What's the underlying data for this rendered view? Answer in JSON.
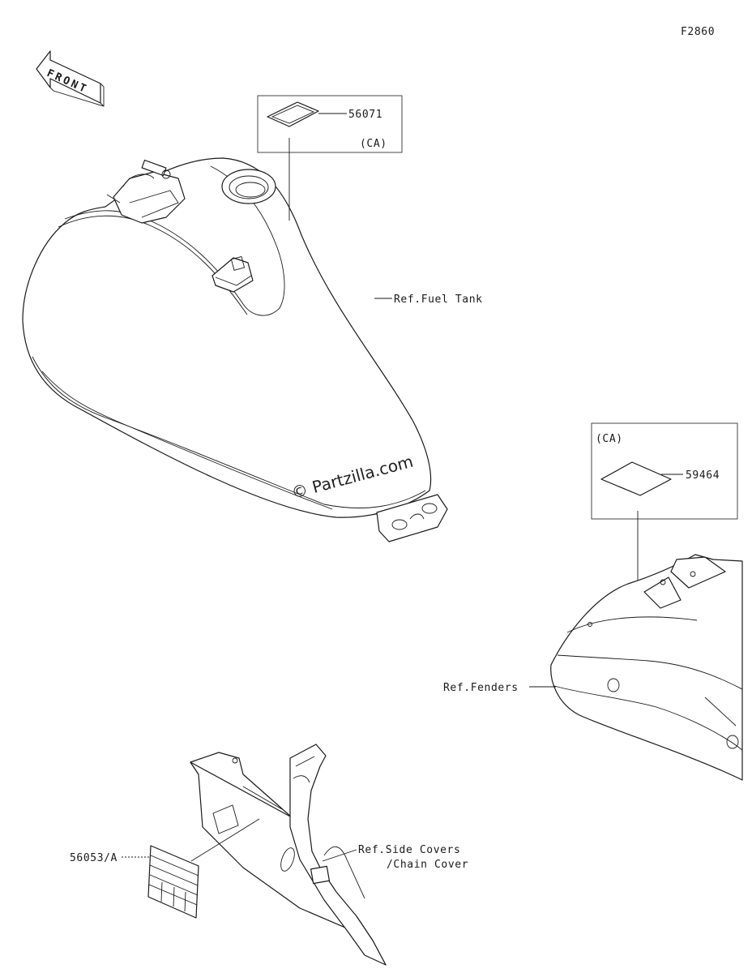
{
  "figure_code": "F2860",
  "direction_arrow": {
    "label": "FRONT",
    "icon": "front-arrow-icon"
  },
  "watermark": "© Partzilla.com",
  "callouts": {
    "part_56071": {
      "number": "56071",
      "region": "(CA)"
    },
    "part_59464": {
      "number": "59464",
      "region": "(CA)"
    },
    "part_56053": {
      "number": "56053/A"
    }
  },
  "references": {
    "fuel_tank": "Ref.Fuel Tank",
    "fenders": "Ref.Fenders",
    "side_covers_line1": "Ref.Side Covers",
    "side_covers_line2": "/Chain Cover"
  },
  "colors": {
    "ink": "#1a1a1a",
    "background": "#ffffff"
  }
}
